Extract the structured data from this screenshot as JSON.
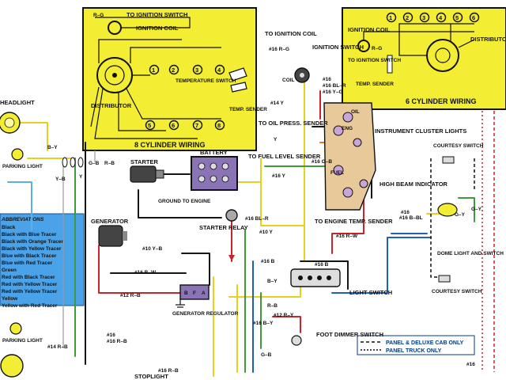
{
  "panels": {
    "eight": {
      "title": "8 CYLINDER WIRING",
      "labels": [
        "R–G",
        "TO IGNITION SWITCH",
        "IGNITION COIL",
        "DISTRIBUTOR",
        "TEMPERATURE SWITCH",
        "TEMP. SENDER"
      ],
      "nums_top": [
        "1",
        "2",
        "3",
        "4"
      ],
      "nums_bot": [
        "5",
        "6",
        "7",
        "8"
      ]
    },
    "six": {
      "title": "6 CYLINDER WIRING",
      "labels": [
        "IGNITION COIL",
        "R–G",
        "TO IGNITION SWITCH",
        "TEMP. SENDER",
        "DISTRIBUTOR"
      ],
      "nums": [
        "1",
        "2",
        "3",
        "4",
        "5",
        "6"
      ]
    }
  },
  "labels": {
    "headlight": "HEADLIGHT",
    "parking_light_top": "PARKING LIGHT",
    "parking_light_bottom": "PARKING LIGHT",
    "starter": "STARTER",
    "battery": "BATTERY",
    "ground_to_engine": "GROUND TO ENGINE",
    "starter_relay": "STARTER RELAY",
    "generator": "GENERATOR",
    "generator_regulator": "GENERATOR REGULATOR",
    "to_ignition_coil": "TO IGNITION COIL",
    "ignition_switch": "IGNITION SWITCH",
    "coil": "COIL",
    "to_oil_press_sender": "TO OIL PRESS. SENDER",
    "to_fuel_level_sender": "TO FUEL LEVEL SENDER",
    "instrument_cluster_lights": "INSTRUMENT CLUSTER LIGHTS",
    "high_beam_indicator": "HIGH BEAM INDICATOR",
    "to_engine_temp_sender": "TO ENGINE TEMP. SENDER",
    "light_switch": "LIGHT SWITCH",
    "foot_dimmer_switch": "FOOT DIMMER SWITCH",
    "stoplight": "STOPLIGHT",
    "courtesy_switch_top": "COURTESY SWITCH",
    "courtesy_switch_bottom": "COURTESY SWITCH",
    "dome_light_and_switch": "DOME LIGHT AND SWITCH",
    "oil": "OIL",
    "eng": "ENG",
    "fuel": "FUEL"
  },
  "wire_codes": {
    "w16_rg": "#16 R–G",
    "w16_blr_top": "#16 BL–R",
    "w16_y_g": "#16 Y–G",
    "w14_y": "#14 Y",
    "y": "Y",
    "w16_gb": "#16 G–B",
    "w16_y": "#16 Y",
    "w16_blr_relay": "#16 BL–R",
    "w10_y": "#10 Y",
    "w16_r_w": "#16 R–W",
    "w10_yb": "#10 Y–B",
    "w16_bw": "#16 B–W",
    "w12_rb": "#12 R–B",
    "w16_blue_right": "#16 B–BL",
    "gy": "G–Y",
    "by_left": "B–Y",
    "gb_left": "G–B",
    "rb_left": "R–B",
    "yb_left": "Y–B",
    "w16_b": "#16 B",
    "w16_b2": "#16 B",
    "w12_ry": "#12 R–Y",
    "w16_bot": "#16",
    "w14_rb": "#14 R–B",
    "w16_rb": "#16 R–B",
    "w16_bot_r": "#16 R–B",
    "by_mid": "B–Y",
    "r_b_mid": "R–B",
    "gb_mid": "G–B",
    "w16_by": "#16 B–Y",
    "w16_r": "#16",
    "gy_lower": "G–Y",
    "w16_right": "#16",
    "y_only": "Y",
    "b_letter": "B",
    "f_letter": "F",
    "a_letter": "A",
    "w16_top": "#16"
  },
  "abbreviations": {
    "title": "ABBREVIATIONS",
    "items": [
      "Black",
      "Black with Blue Tracer",
      "Black with Orange Tracer",
      "Black with Yellow Tracer",
      "Blue with Black Tracer",
      "Blue with Red Tracer",
      "Green",
      "Red with Black Tracer",
      "Red with Yellow Tracer",
      "Red with Yellow Tracer",
      "Yellow",
      "Yellow with Red Tracer"
    ]
  },
  "legend": {
    "items": [
      {
        "style": "dashed",
        "label": "PANEL & DELUXE CAB ONLY"
      },
      {
        "style": "dotted",
        "label": "PANEL TRUCK ONLY"
      }
    ]
  },
  "colors": {
    "panel_yellow": "#f3ed33",
    "abbr_blue": "#4aa3e8",
    "gauge_tan": "#e8c99a",
    "battery_purple": "#8b74b6",
    "wire_yellow": "#e6d21c",
    "wire_red": "#c8242b",
    "wire_green": "#3f9a3a",
    "wire_blue": "#1d62b8",
    "wire_black": "#151515",
    "wire_orange": "#e07a1c",
    "wire_lightblue": "#5ab0e6"
  }
}
